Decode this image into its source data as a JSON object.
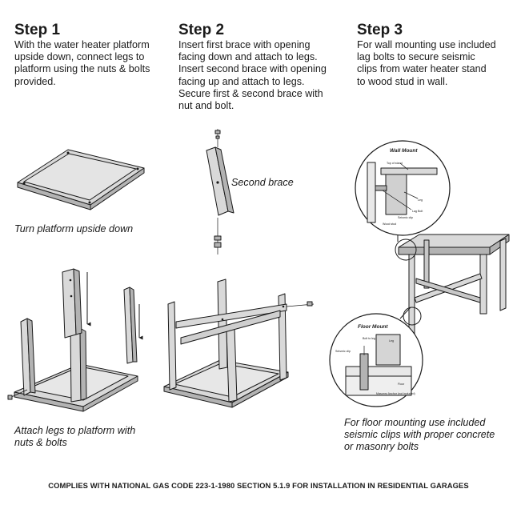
{
  "steps": [
    {
      "title": "Step 1",
      "lines": [
        "With the water heater platform",
        "upside down, connect legs to",
        "platform using the nuts & bolts",
        "provided."
      ]
    },
    {
      "title": "Step 2",
      "lines": [
        "Insert first brace with opening",
        "facing down and attach to legs.",
        "Insert second brace with opening",
        "facing up and attach to legs.",
        "Secure first & second brace with",
        "nut and bolt."
      ]
    },
    {
      "title": "Step 3",
      "lines": [
        "For wall mounting use included",
        "lag bolts to secure seismic",
        "clips from water heater stand",
        "to wood stud in wall."
      ]
    }
  ],
  "captions": {
    "turn_platform": "Turn platform upside down",
    "second_brace": "Second brace",
    "attach_legs": [
      "Attach legs to platform with",
      "nuts & bolts"
    ],
    "floor_mounting": [
      "For floor mounting use included",
      "seismic clips with  proper concrete",
      "or masonry bolts"
    ]
  },
  "wall_mount": {
    "title": "Wall Mount",
    "labels": {
      "top_of_stand": "Top of stand",
      "leg": "Leg",
      "lag_bolt": "Lag Bolt",
      "seismic_clip": "Seismic clip",
      "wood_stud": "Wood stud"
    }
  },
  "floor_mount": {
    "title": "Floor Mount",
    "labels": {
      "bolt": "Bolt to leg",
      "seismic_clip": "Seismic clip",
      "leg": "Leg",
      "floor": "Floor",
      "masonry_anchor": "Masonry Anchor (not included)"
    }
  },
  "footer": "COMPLIES WITH NATIONAL GAS CODE 223-1-1980 SECTION 5.1.9 FOR INSTALLATION IN RESIDENTIAL GARAGES"
}
